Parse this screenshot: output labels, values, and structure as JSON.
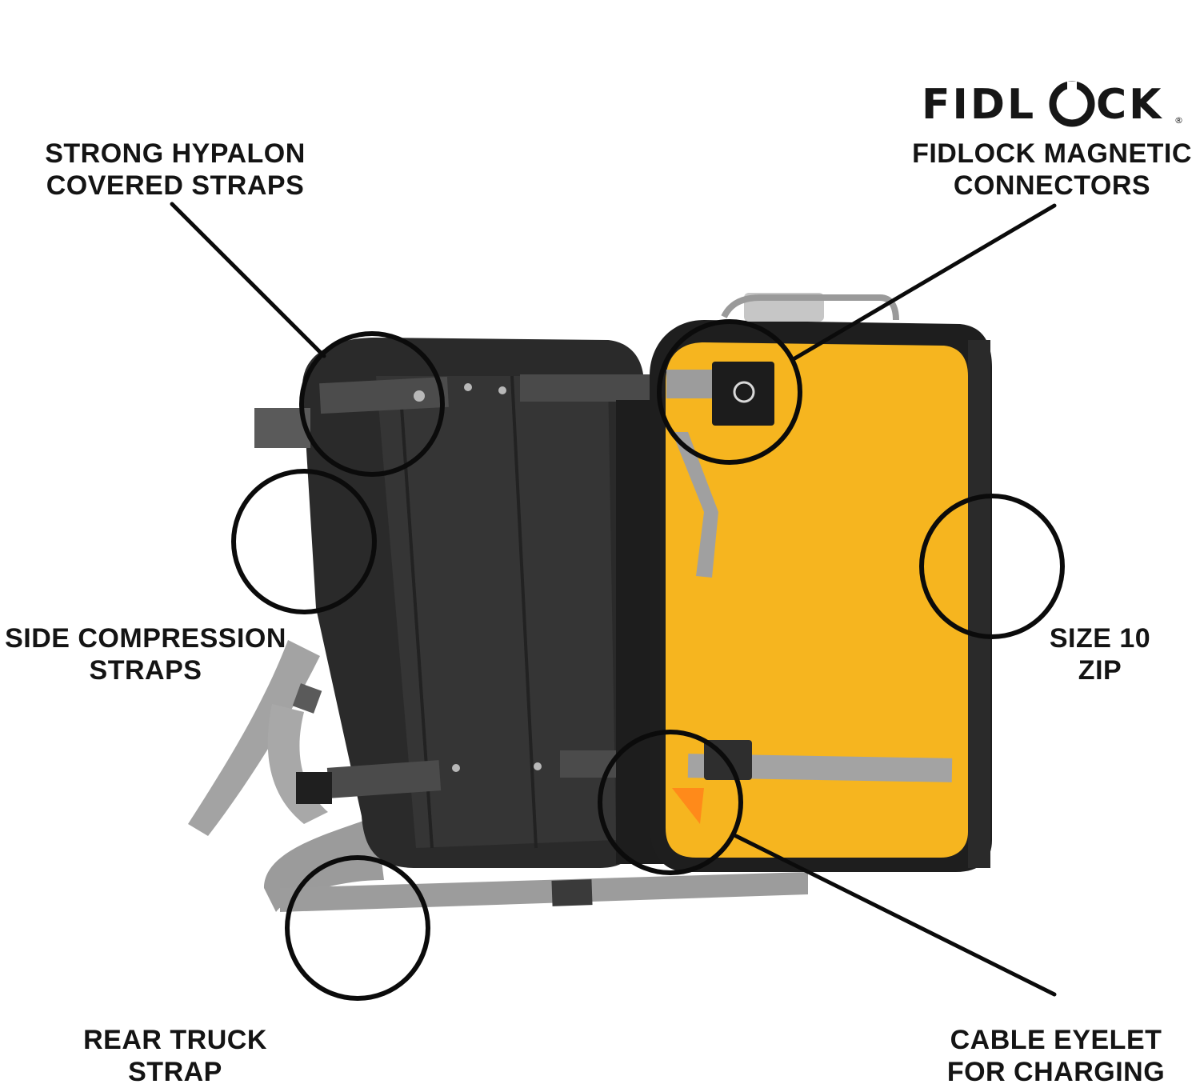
{
  "brand": {
    "logo_text": "FIDL",
    "logo_text_end": "CK",
    "logo_mark": "®",
    "color_text": "#161616"
  },
  "callouts": {
    "straps": {
      "line1": "STRONG HYPALON",
      "line2": "COVERED STRAPS"
    },
    "fidlock": {
      "line1": "FIDLOCK MAGNETIC",
      "line2": "CONNECTORS"
    },
    "side": {
      "line1": "SIDE COMPRESSION",
      "line2": "STRAPS"
    },
    "zip": {
      "line1": "SIZE 10",
      "line2": "ZIP"
    },
    "truck": {
      "line1": "REAR TRUCK",
      "line2": "STRAP"
    },
    "cable": {
      "line1": "CABLE EYELET",
      "line2": "FOR CHARGING"
    }
  },
  "colors": {
    "lining": "#f6b51f",
    "bag_body": "#2b2b2b",
    "webbing": "#9a9a9a",
    "callout": "#0b0b0b"
  }
}
